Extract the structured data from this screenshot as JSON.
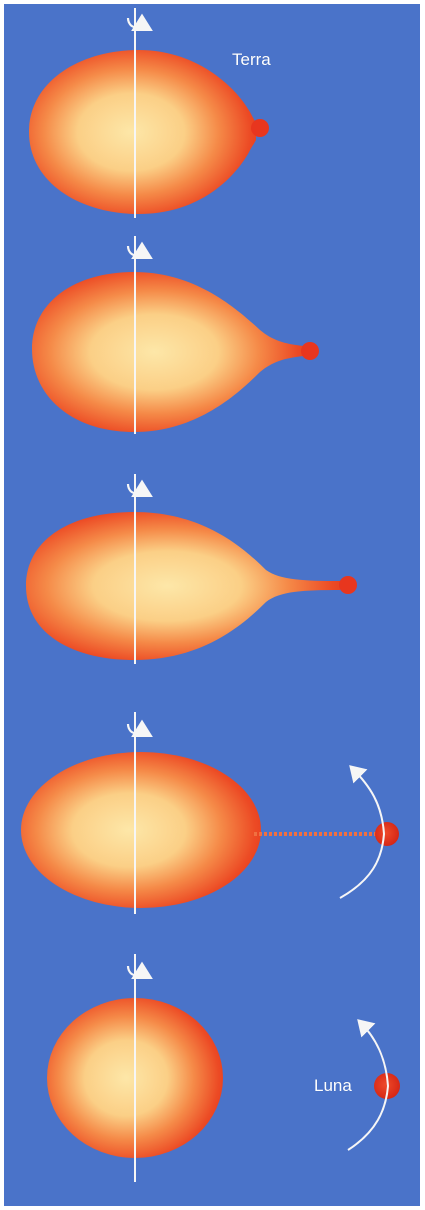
{
  "labels": {
    "earth": "Terra",
    "moon": "Luna"
  },
  "colors": {
    "background": "#4a73c9",
    "body_outer": "#e8361e",
    "body_mid": "#f58a48",
    "body_inner": "#fbd896",
    "axis": "#f6f6f6",
    "moon": "#dd2a1a"
  },
  "stages": [
    {
      "name": "stage-1-bulge"
    },
    {
      "name": "stage-2-elongation"
    },
    {
      "name": "stage-3-detachment"
    },
    {
      "name": "stage-4-separation"
    },
    {
      "name": "stage-5-earth-and-moon"
    }
  ]
}
